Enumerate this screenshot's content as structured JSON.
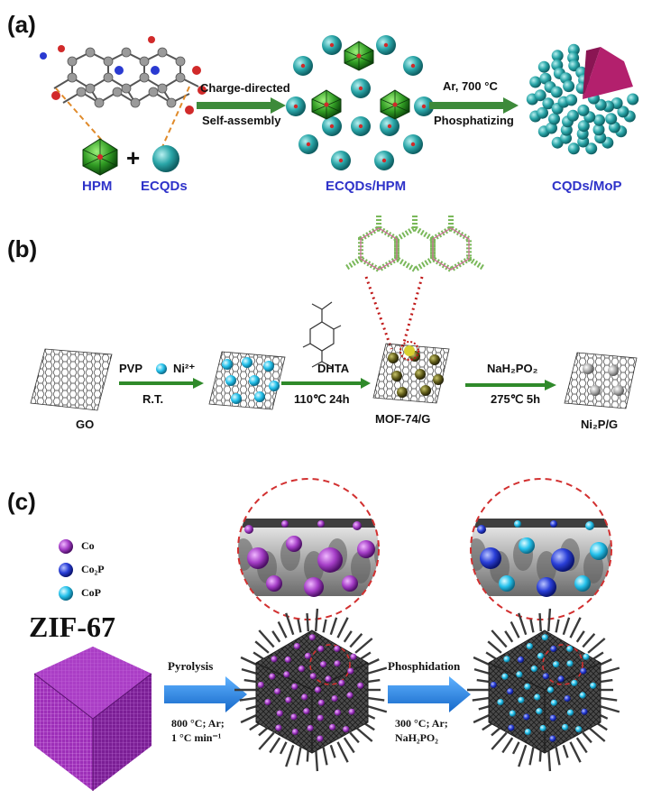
{
  "panel_a": {
    "label": "(a)",
    "hpm": "HPM",
    "plus": "+",
    "ecqds": "ECQDs",
    "step1_line1": "Charge-directed",
    "step1_line2": "Self-assembly",
    "ecqds_hpm": "ECQDs/HPM",
    "step2_line1": "Ar, 700 °C",
    "step2_line2": "Phosphatizing",
    "cqds_mop": "CQDs/MoP"
  },
  "panel_b": {
    "label": "(b)",
    "go": "GO",
    "pvp": "PVP",
    "ni": "Ni²⁺",
    "rt": "R.T.",
    "dhta": "DHTA",
    "dhta_cond": "110℃ 24h",
    "mof": "MOF-74/G",
    "nah2po2": "NaH₂PO₂",
    "phos_cond": "275℃ 5h",
    "ni2p": "Ni₂P/G"
  },
  "panel_c": {
    "label": "(c)",
    "legend": [
      "Co",
      "Co₂P",
      "CoP"
    ],
    "legend_colors": [
      "#a63fc8",
      "#2a3fd8",
      "#26c2ec"
    ],
    "zif": "ZIF-67",
    "pyrolysis": "Pyrolysis",
    "pyro_cond1": "800 °C; Ar;",
    "pyro_cond2": "1 °C min⁻¹",
    "phosphidation": "Phosphidation",
    "phos_cond1": "300 °C; Ar;",
    "phos_cond2": "NaH₂PO₂"
  }
}
